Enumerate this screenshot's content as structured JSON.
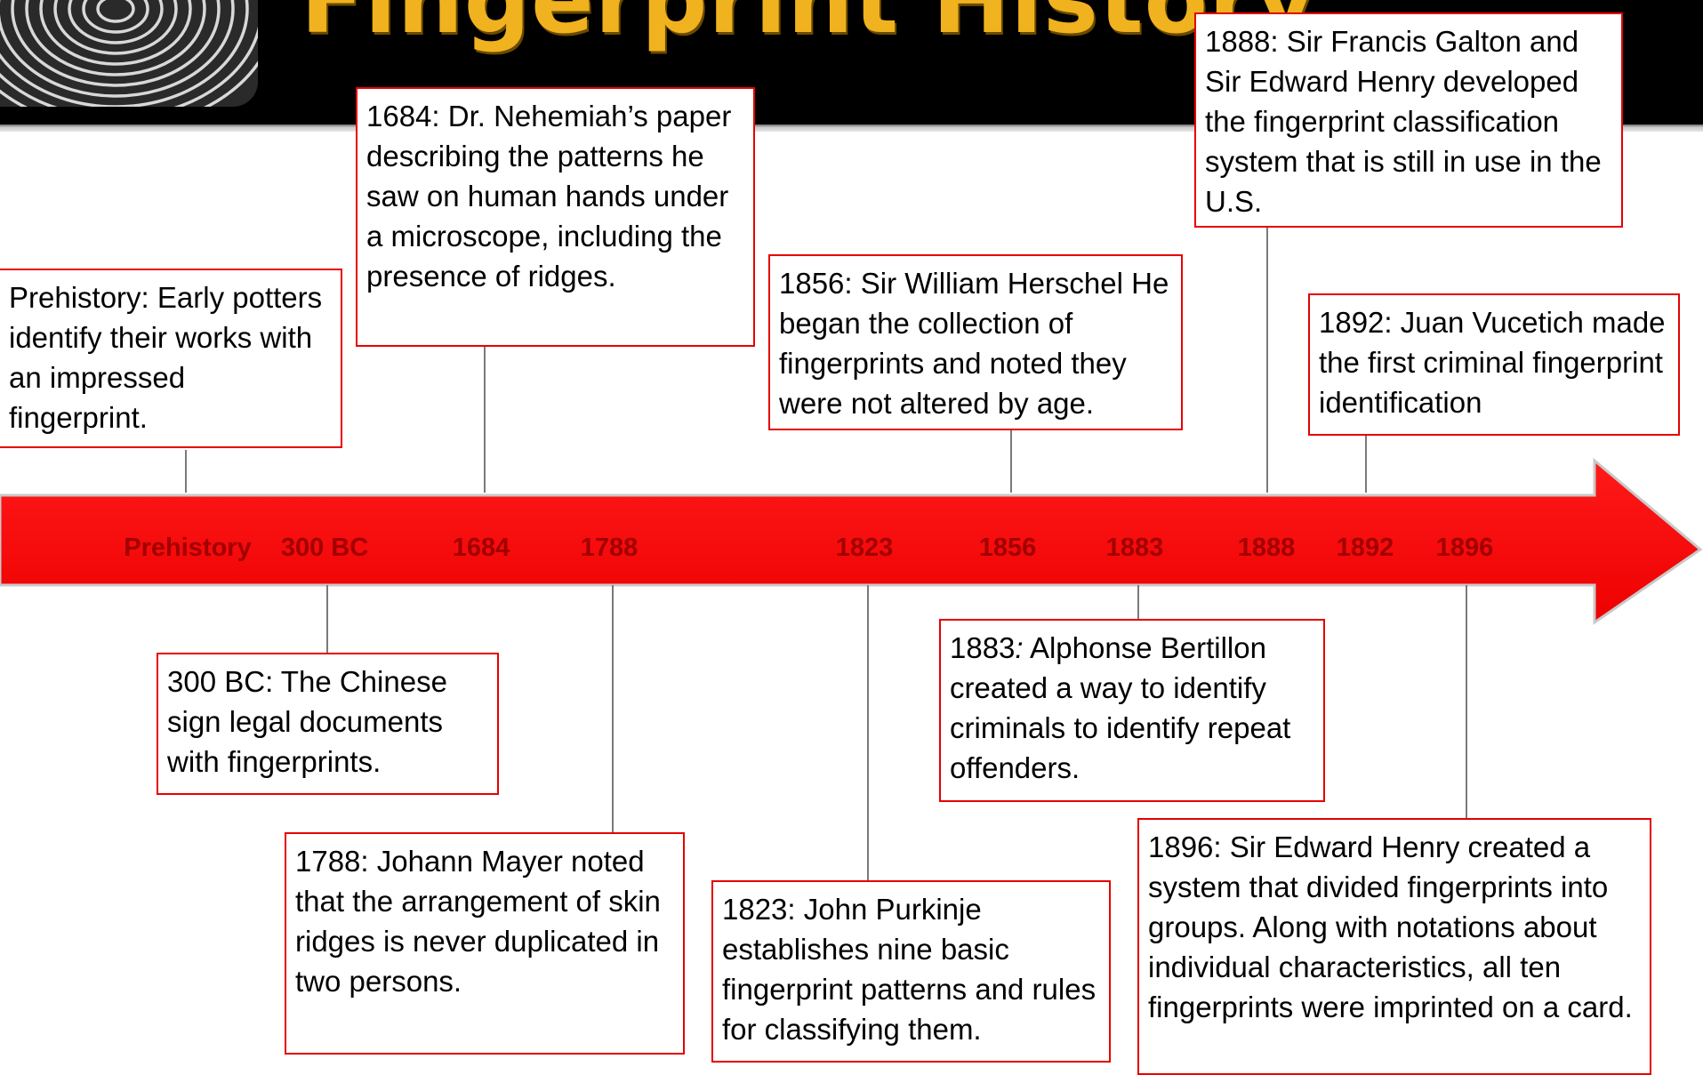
{
  "slide": {
    "title": "Fingerprint History",
    "logo_icon": "fingerprint-icon"
  },
  "colors": {
    "header": "#000000",
    "title": "#f0b21e",
    "arrow": "#ff0000",
    "year_label": "#a20000",
    "box_border": "#e60000"
  },
  "timeline": {
    "years": [
      "Prehistory",
      "300 BC",
      "1684",
      "1788",
      "1823",
      "1856",
      "1883",
      "1888",
      "1892",
      "1896"
    ]
  },
  "events": {
    "prehistory": "Prehistory: Early potters identify their works with an impressed fingerprint.",
    "bc300": "300 BC: The Chinese sign legal documents with fingerprints.",
    "y1684": "1684: Dr. Nehemiah’s paper describing the patterns he saw on human hands under a microscope, including the presence of ridges.",
    "y1788": "1788: Johann Mayer noted that the arrangement of skin ridges is never duplicated in two persons.",
    "y1823": "1823: John Purkinje establishes nine basic fingerprint patterns and rules for classifying them.",
    "y1856": "1856: Sir William Herschel He began the collection of fingerprints and noted they were not altered by age.",
    "y1883_year": "1883",
    "y1883_colon": ":",
    "y1883_text": " Alphonse Bertillon created a way to identify criminals to identify repeat offenders.",
    "y1888": "1888: Sir Francis Galton and Sir Edward Henry developed the fingerprint classification system that is still in use in the U.S.",
    "y1892": "1892: Juan Vucetich made the first criminal fingerprint identification",
    "y1896": "1896: Sir Edward Henry created a system that divided fingerprints into groups. Along with notations about individual characteristics, all ten fingerprints were imprinted on a card."
  }
}
